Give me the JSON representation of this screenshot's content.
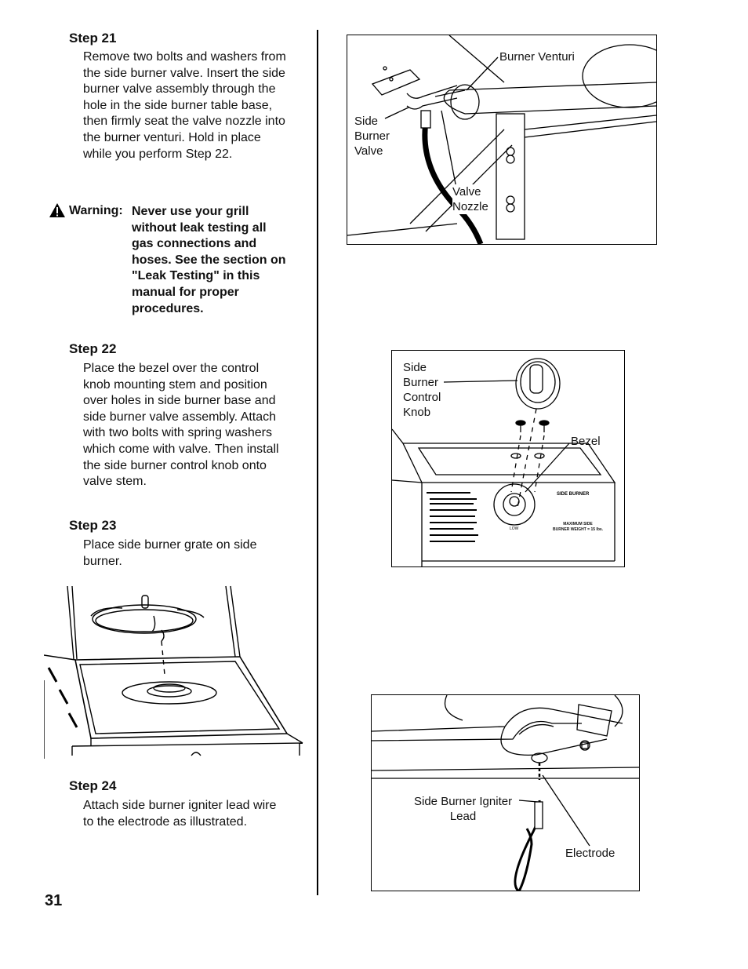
{
  "page_number": "31",
  "step21": {
    "title": "Step 21",
    "text": "Remove two bolts and washers from the side burner valve. Insert the side burner valve assembly through the hole in the side burner table base, then firmly seat the valve nozzle into the burner venturi. Hold in place while you perform Step 22."
  },
  "warning": {
    "label": "Warning:",
    "text": "Never use your grill without leak testing all gas connections and hoses. See the section on \"Leak Testing\" in this manual for proper procedures."
  },
  "step22": {
    "title": "Step 22",
    "text": "Place the bezel over the control knob mounting stem and position over holes in side burner base and side burner valve assembly. Attach with two bolts with spring washers which come with valve. Then install the side burner control knob onto valve stem."
  },
  "step23": {
    "title": "Step 23",
    "text": "Place side burner grate on side burner."
  },
  "step24": {
    "title": "Step 24",
    "text": "Attach side burner igniter lead wire to the electrode as illustrated."
  },
  "figure1": {
    "burner_venturi": "Burner Venturi",
    "side_burner_valve": "Side\nBurner\nValve",
    "valve_nozzle": "Valve\nNozzle"
  },
  "figure2": {
    "control_knob": "Side\nBurner\nControl\nKnob",
    "bezel": "Bezel",
    "panel_title": "SIDE BURNER",
    "panel_weight": "MAXIMUM SIDE\nBURNER WEIGHT = 15 lbs.",
    "dial_label": "LOW"
  },
  "figure3": {
    "igniter_lead": "Side Burner Igniter\nLead",
    "electrode": "Electrode"
  },
  "icons": {
    "warning": "warning-triangle-icon"
  }
}
